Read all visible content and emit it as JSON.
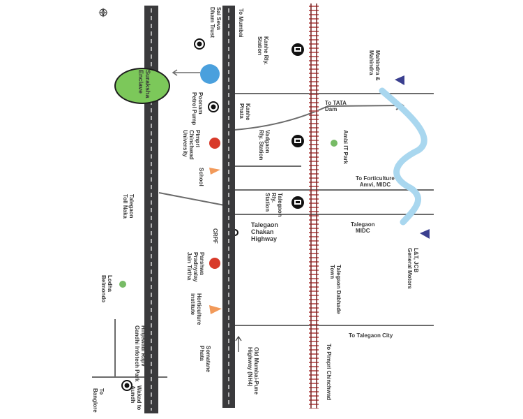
{
  "labels": {
    "sai_seva": "Sai Seva\nDham Trust",
    "to_mumbai": "To Mumbai",
    "kanhe_station": "Kanhe Rly.\nStation",
    "mahindra": "Mahindra &\nMahindra",
    "surksha": "Suraksha\nEnclave",
    "poonam": "Poonam\nPetrol Pump",
    "kanhe_phata": "Kanhe\nPhata",
    "to_tata": "To TATA\nDam",
    "pimpri_univ": "Pimpri\nChinchwad\nUniversity",
    "vadgaon": "Vadgaon\nRly. Station",
    "ambi": "Ambi IT Park",
    "school": "School",
    "to_forticulture": "To Forticulture\nAmvi, MIDC",
    "talegaon_toll": "Talegaon\nToll Naka",
    "talegaon_station": "Talegaon\nRly.\nStation",
    "crpf": "CRPF",
    "talegaon_chakan": "Talegaon\nChakan\nHighway",
    "talegaon_midc": "Talegaon\nMIDC",
    "lt_jcb": "L&T, JCB\nGeneral Motors",
    "parshwa": "Parshwa\nPradnyalay\nJain Tirtha",
    "talegaon_dabhade": "Talegaon Dabhade\nTown",
    "lodha": "Lodha\nBelmondo",
    "horticulture": "Horticulture\ninstitute",
    "to_talegaon_city": "To Talegaon City",
    "hinjewadi": "Hinjewadi Rajiv\nGandhi Infotech Park",
    "somatane": "Somatane\nPhata",
    "old_highway": "Old Mumbai-Pune\nHighway (NH4)",
    "to_pimpri": "To Pimpri Chinchwad",
    "to_banglore": "To\nBanglore",
    "wakad": "Wakad to\nAundh"
  },
  "colors": {
    "road": "#3a3a3c",
    "road_line": "#ffffff",
    "rail_line": "#7a2a2a",
    "rail_tie": "#c46b6b",
    "grey_road": "#6b6b6b",
    "river": "#a9d7ef",
    "enclave": "#7cc85a",
    "marker_red": "#d83a2a",
    "marker_blue": "#4aa0dd",
    "marker_green": "#77bb66",
    "triangle_orange": "#f29a5a",
    "triangle_navy": "#3a3f8f"
  },
  "icons": [
    "compass-icon",
    "target-icon",
    "train-icon",
    "triangle-marker-icon",
    "dot-marker-icon",
    "arrow-icon"
  ]
}
